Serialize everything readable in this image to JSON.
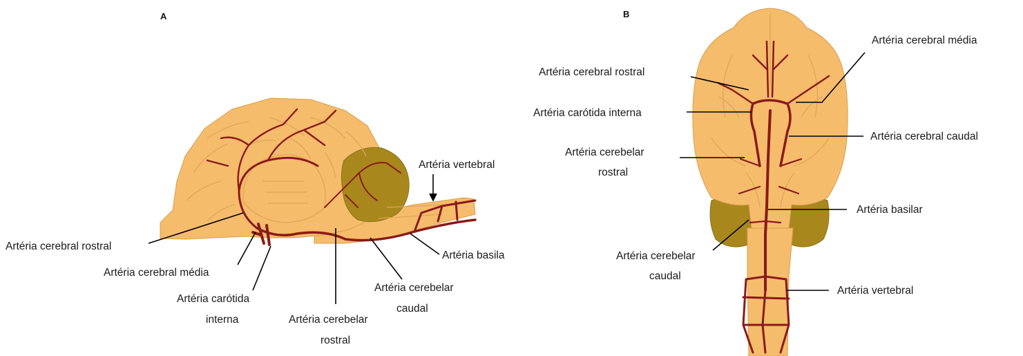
{
  "panels": {
    "a": {
      "letter": "A",
      "labels": {
        "vertebral": "Artéria vertebral",
        "cerebral_rostral": "Artéria cerebral rostral",
        "basila": "Artéria basila",
        "cerebral_media": "Artéria cerebral média",
        "cerebelar_caudal_1": "Artéria cerebelar",
        "cerebelar_caudal_2": "caudal",
        "carotida_1": "Artéria carótida",
        "carotida_2": "interna",
        "cerebelar_rostral_1": "Artéria cerebelar",
        "cerebelar_rostral_2": "rostral"
      }
    },
    "b": {
      "letter": "B",
      "labels": {
        "cerebral_media": "Artéria cerebral média",
        "cerebral_rostral": "Artéria cerebral rostral",
        "carotida": "Artéria carótida interna",
        "cerebral_caudal": "Artéria cerebral caudal",
        "cerebelar_rostral_1": "Artéria cerebelar",
        "cerebelar_rostral_2": "rostral",
        "basilar": "Artéria basilar",
        "cerebelar_caudal_1": "Artéria cerebelar",
        "cerebelar_caudal_2": "caudal",
        "vertebral": "Artéria vertebral"
      }
    }
  },
  "colors": {
    "brain": "#f5bc6c",
    "cerebellum": "#a8881d",
    "artery": "#8a1a17"
  }
}
